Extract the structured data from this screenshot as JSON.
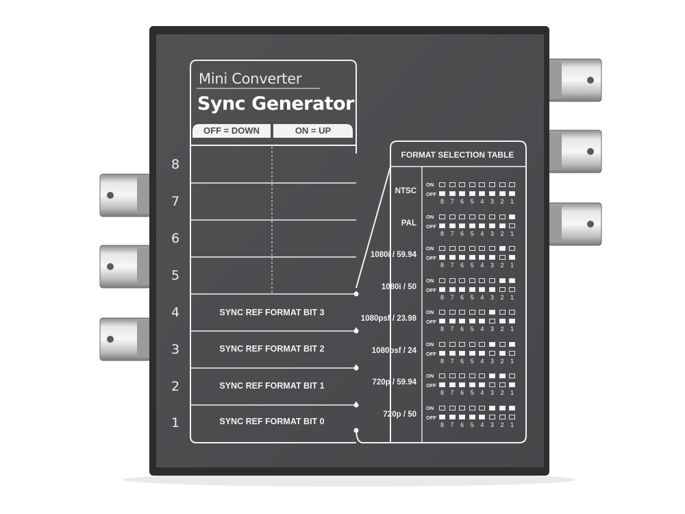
{
  "brand": {
    "subtitle": "Mini Converter",
    "title": "Sync Generator"
  },
  "switch_headers": {
    "off": "OFF = DOWN",
    "on": "ON = UP"
  },
  "switch_numbers": [
    "8",
    "7",
    "6",
    "5",
    "4",
    "3",
    "2",
    "1"
  ],
  "bit_labels": [
    {
      "switch": "4",
      "label": "SYNC REF FORMAT BIT 3"
    },
    {
      "switch": "3",
      "label": "SYNC REF FORMAT BIT 2"
    },
    {
      "switch": "2",
      "label": "SYNC REF FORMAT BIT 1"
    },
    {
      "switch": "1",
      "label": "SYNC REF FORMAT BIT 0"
    }
  ],
  "format_table": {
    "title": "FORMAT SELECTION TABLE",
    "on_label": "ON",
    "off_label": "OFF",
    "column_numbers": [
      "8",
      "7",
      "6",
      "5",
      "4",
      "3",
      "2",
      "1"
    ],
    "formats": [
      {
        "name": "NTSC",
        "on_switches": []
      },
      {
        "name": "PAL",
        "on_switches": [
          "1"
        ]
      },
      {
        "name": "1080i / 59.94",
        "on_switches": [
          "2"
        ]
      },
      {
        "name": "1080i / 50",
        "on_switches": [
          "2",
          "1"
        ]
      },
      {
        "name": "1080psf / 23.98",
        "on_switches": [
          "3"
        ]
      },
      {
        "name": "1080psf / 24",
        "on_switches": [
          "3",
          "1"
        ]
      },
      {
        "name": "720p / 59.94",
        "on_switches": [
          "3",
          "2"
        ]
      },
      {
        "name": "720p / 50",
        "on_switches": [
          "3",
          "2",
          "1"
        ]
      }
    ]
  },
  "connectors": {
    "left_count": 3,
    "right_count": 3
  },
  "colors": {
    "panel": "#4b4c4e",
    "panel_frame": "#2c2d2f",
    "print": "#f2f2f2",
    "connector_metal": "#c9c9c9"
  }
}
